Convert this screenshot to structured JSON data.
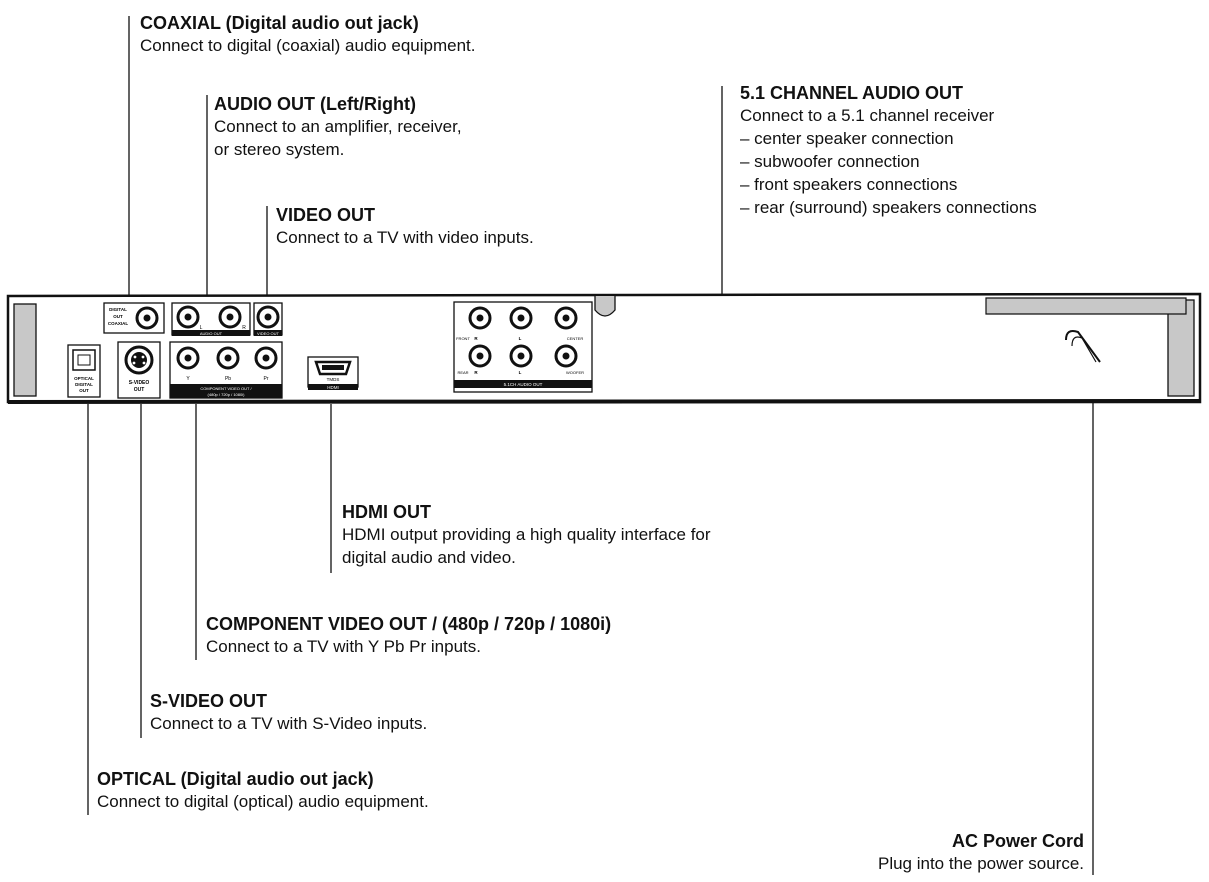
{
  "callouts": {
    "coaxial": {
      "title": "COAXIAL (Digital audio out jack)",
      "desc": "Connect to digital (coaxial) audio equipment."
    },
    "audio_out": {
      "title": "AUDIO OUT (Left/Right)",
      "desc_lines": [
        "Connect to an amplifier, receiver,",
        "or stereo system."
      ]
    },
    "video_out": {
      "title": "VIDEO OUT",
      "desc": "Connect to a TV with video inputs."
    },
    "channel51": {
      "title": "5.1 CHANNEL AUDIO OUT",
      "desc": "Connect to a 5.1 channel receiver",
      "items": [
        "– center speaker connection",
        "– subwoofer connection",
        "– front speakers connections",
        "– rear (surround) speakers connections"
      ]
    },
    "hdmi": {
      "title": "HDMI OUT",
      "desc_lines": [
        "HDMI output providing a high quality interface for",
        "digital audio and video."
      ]
    },
    "component": {
      "title": "COMPONENT VIDEO OUT / (480p / 720p / 1080i)",
      "desc": "Connect to a TV with Y Pb Pr inputs."
    },
    "svideo": {
      "title": "S-VIDEO OUT",
      "desc": "Connect to a TV with S-Video inputs."
    },
    "optical": {
      "title": "OPTICAL (Digital audio out jack)",
      "desc": "Connect to digital (optical) audio equipment."
    },
    "ac_power": {
      "title": "AC Power Cord",
      "desc": "Plug into the power source."
    }
  },
  "panel_labels": {
    "coaxial_label": [
      "DIGITAL",
      "OUT",
      "COAXIAL"
    ],
    "audio_out": "AUDIO OUT",
    "audio_l": "L",
    "audio_r": "R",
    "video_out": "VIDEO OUT",
    "optical": [
      "OPTICAL",
      "DIGITAL",
      "OUT"
    ],
    "svideo": [
      "S-VIDEO",
      "OUT"
    ],
    "component": [
      "COMPONENT VIDEO OUT /",
      "(480p / 720p / 1080i)"
    ],
    "comp_y": "Y",
    "comp_pb": "Pb",
    "comp_pr": "Pr",
    "hdmi_top": "TMDS",
    "hdmi_bottom": "HDMI",
    "ch51": "5.1CH AUDIO OUT",
    "front": "FRONT",
    "rear": "REAR",
    "center": "CENTER",
    "woofer": "WOOFER",
    "front_r": "R",
    "front_l": "L",
    "rear_r": "R",
    "rear_l": "L"
  },
  "colors": {
    "ink": "#111111",
    "panel_fill": "#ffffff",
    "side_shade": "#c8c8c8"
  }
}
